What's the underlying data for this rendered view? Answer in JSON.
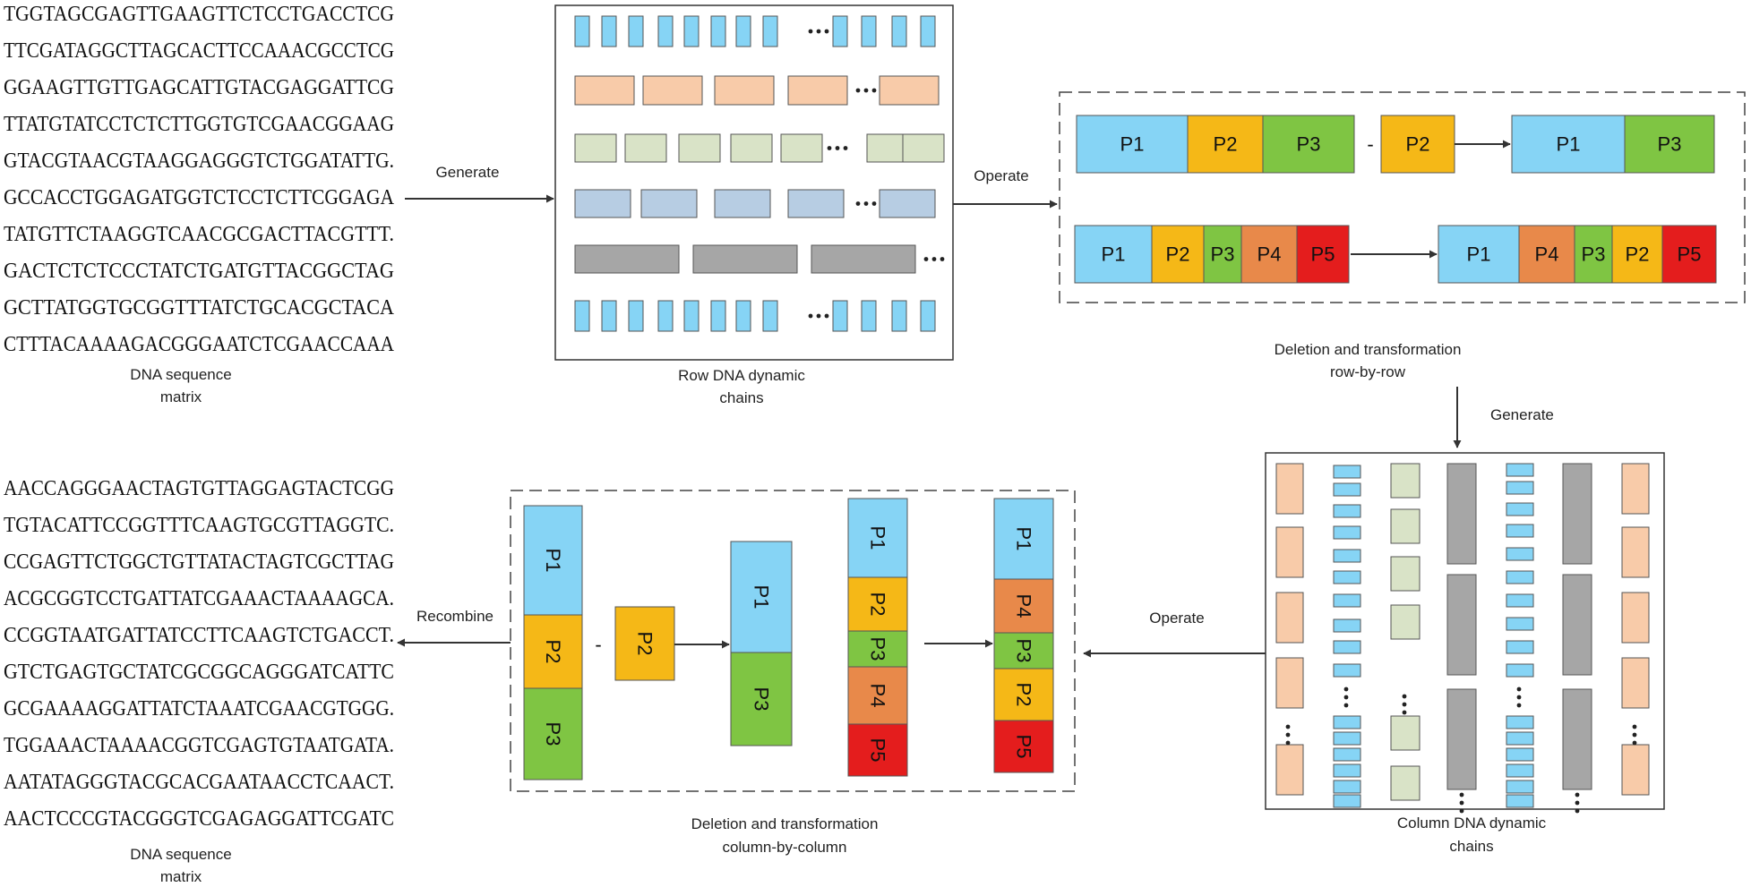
{
  "colors": {
    "p1": "#86d4f5",
    "p2": "#f5b817",
    "p3": "#7fc543",
    "p4": "#e8894a",
    "p5": "#e41d1d",
    "peach": "#f8cba9",
    "sage": "#d9e3c7",
    "steel": "#b7cde3",
    "gray": "#a6a6a6",
    "line": "#333333"
  },
  "top_matrix": {
    "rows": [
      "TGGTAGCGAGTTGAAGTTCTCCTGACCTCG",
      "TTCGATAGGCTTAGCACTTCCAAACGCCTCG",
      "GGAAGTTGTTGAGCATTGTACGAGGATTCG",
      "TTATGTATCCTCTCTTGGTGTCGAACGGAAG",
      "GTACGTAACGTAAGGAGGGTCTGGATATTG.",
      "GCCACCTGGAGATGGTCTCCTCTTCGGAGA",
      "TATGTTCTAAGGTCAACGCGACTTACGTTT.",
      "GACTCTCTCCCTATCTGATGTTACGGCTAG",
      "GCTTATGGTGCGGTTTATCTGCACGCTACA",
      "CTTTACAAAAGACGGGAATCTCGAACCAAA"
    ],
    "caption_line1": "DNA sequence",
    "caption_line2": "matrix"
  },
  "bottom_matrix": {
    "rows": [
      "AACCAGGGAACTAGTGTTAGGAGTACTCGG",
      "TGTACATTCCGGTTTCAAGTGCGTTAGGTC.",
      "CCGAGTTCTGGCTGTTATACTAGTCGCTTAG",
      "ACGCGGTCCTGATTATCGAAACTAAAAGCA.",
      "CCGGTAATGATTATCCTTCAAGTCTGACCT.",
      "GTCTGAGTGCTATCGCGGCAGGGATCATTC",
      "GCGAAAAGGATTATCTAAATCGAACGTGGG.",
      "TGGAAACTAAAACGGTCGAGTGTAATGATA.",
      "AATATAGGGTACGCACGAATAACCTCAACT.",
      "AACTCCCGTACGGGTCGAGAGGATTCGATC"
    ],
    "caption_line1": "DNA sequence",
    "caption_line2": "matrix"
  },
  "arrows": {
    "generate_top": "Generate",
    "operate_top": "Operate",
    "generate_right": "Generate",
    "operate_bottom": "Operate",
    "recombine": "Recombine"
  },
  "row_chains": {
    "caption_line1": "Row DNA dynamic",
    "caption_line2": "chains",
    "ellipsis": "•••"
  },
  "col_chains": {
    "caption_line1": "Column DNA dynamic",
    "caption_line2": "chains"
  },
  "row_ops": {
    "caption_line1": "Deletion and transformation",
    "caption_line2": "row-by-row",
    "minus": "-",
    "ex1_source": [
      "P1",
      "P2",
      "P3"
    ],
    "ex1_removed": "P2",
    "ex1_result": [
      "P1",
      "P3"
    ],
    "ex2_source": [
      "P1",
      "P2",
      "P3",
      "P4",
      "P5"
    ],
    "ex2_result": [
      "P1",
      "P4",
      "P3",
      "P2",
      "P5"
    ]
  },
  "col_ops": {
    "caption_line1": "Deletion and transformation",
    "caption_line2": "column-by-column",
    "minus": "-",
    "ex1_source": [
      "P1",
      "P2",
      "P3"
    ],
    "ex1_removed": "P2",
    "ex1_result": [
      "P1",
      "P3"
    ],
    "ex2_source": [
      "P1",
      "P2",
      "P3",
      "P4",
      "P5"
    ],
    "ex2_result": [
      "P1",
      "P4",
      "P3",
      "P2",
      "P5"
    ]
  }
}
